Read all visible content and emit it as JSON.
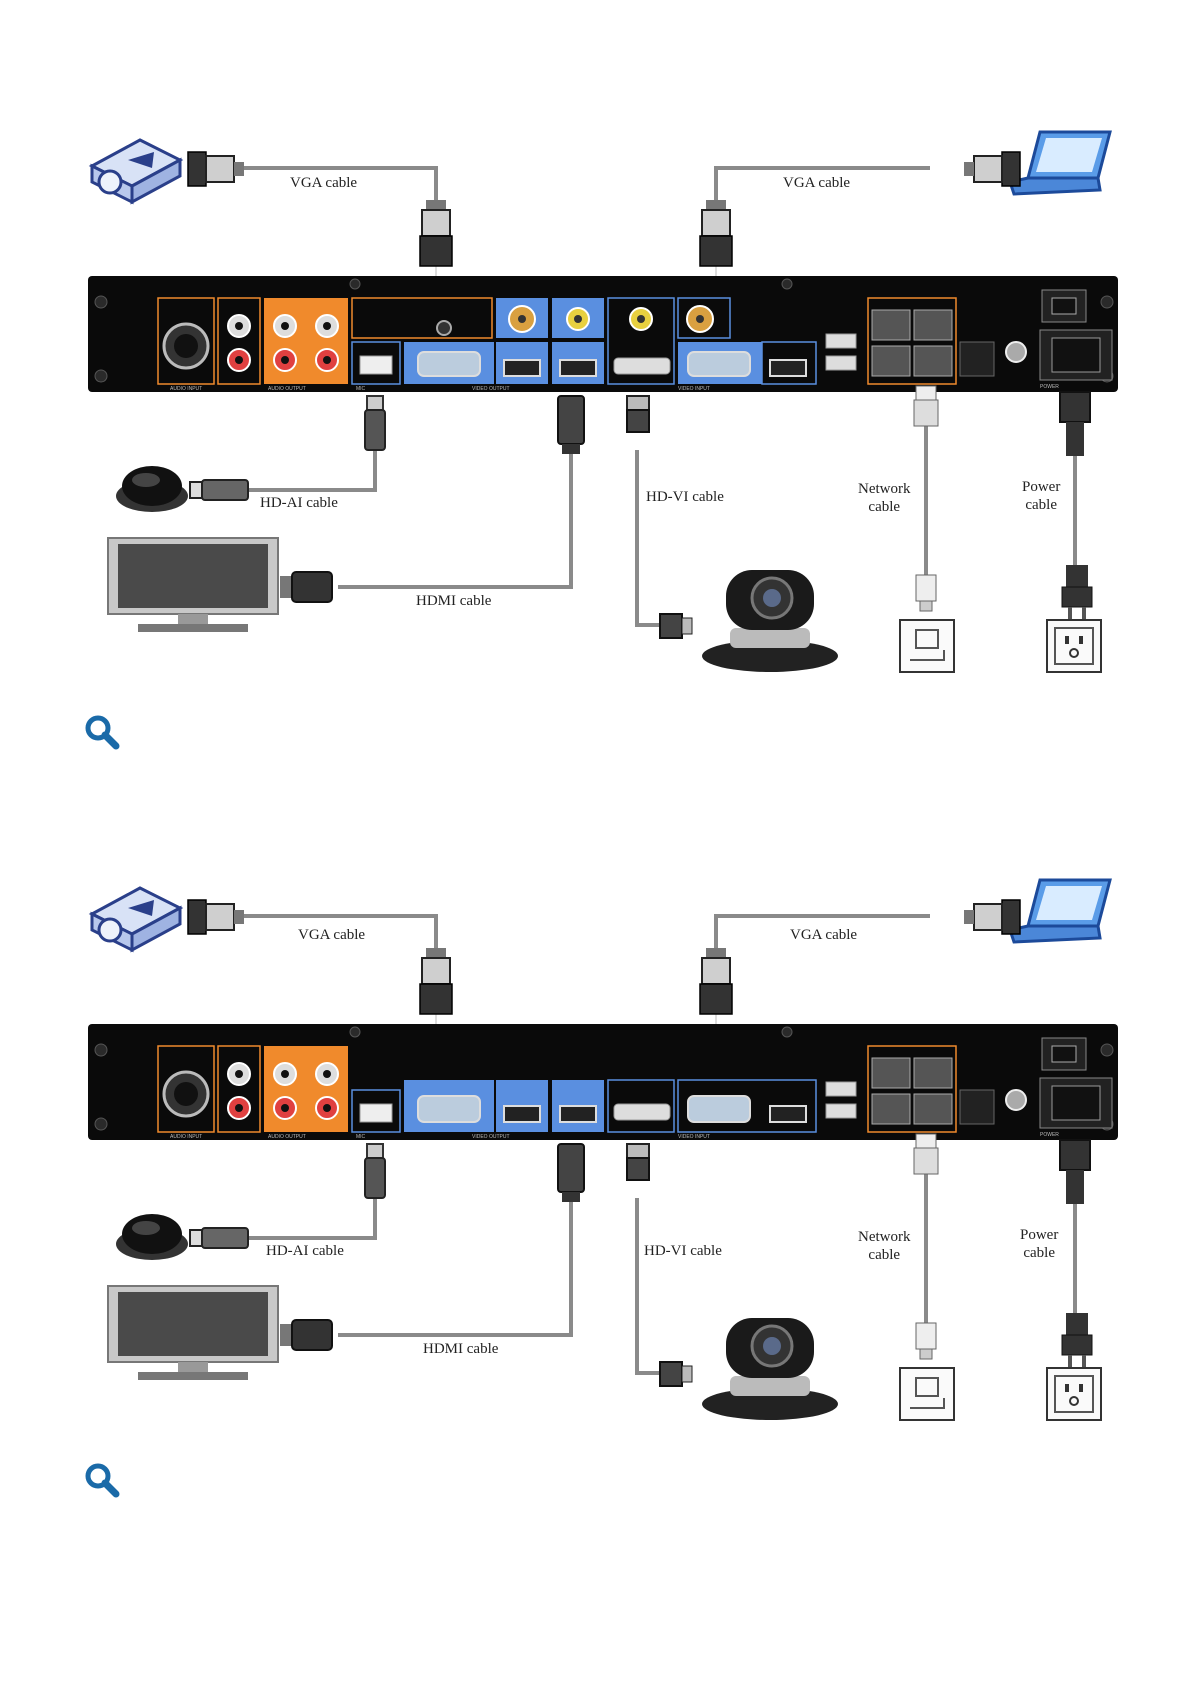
{
  "diagrams": [
    {
      "labels": {
        "vga_left": "VGA cable",
        "vga_right": "VGA cable",
        "hdai": "HD-AI cable",
        "hdmi": "HDMI cable",
        "hdvi": "HD-VI cable",
        "network": "Network\ncable",
        "power": "Power\ncable"
      },
      "zoom_icon": "magnifier-icon"
    },
    {
      "labels": {
        "vga_left": "VGA cable",
        "vga_right": "VGA cable",
        "hdai": "HD-AI cable",
        "hdmi": "HDMI cable",
        "hdvi": "HD-VI cable",
        "network": "Network\ncable",
        "power": "Power\ncable"
      },
      "zoom_icon": "magnifier-icon"
    }
  ],
  "colors": {
    "panel": "#0a0a0a",
    "orange_ports": "#f08a2c",
    "blue_ports": "#5a8fe0",
    "cable": "#8a8a8a",
    "zoom_icon": "#1a6aa8"
  }
}
